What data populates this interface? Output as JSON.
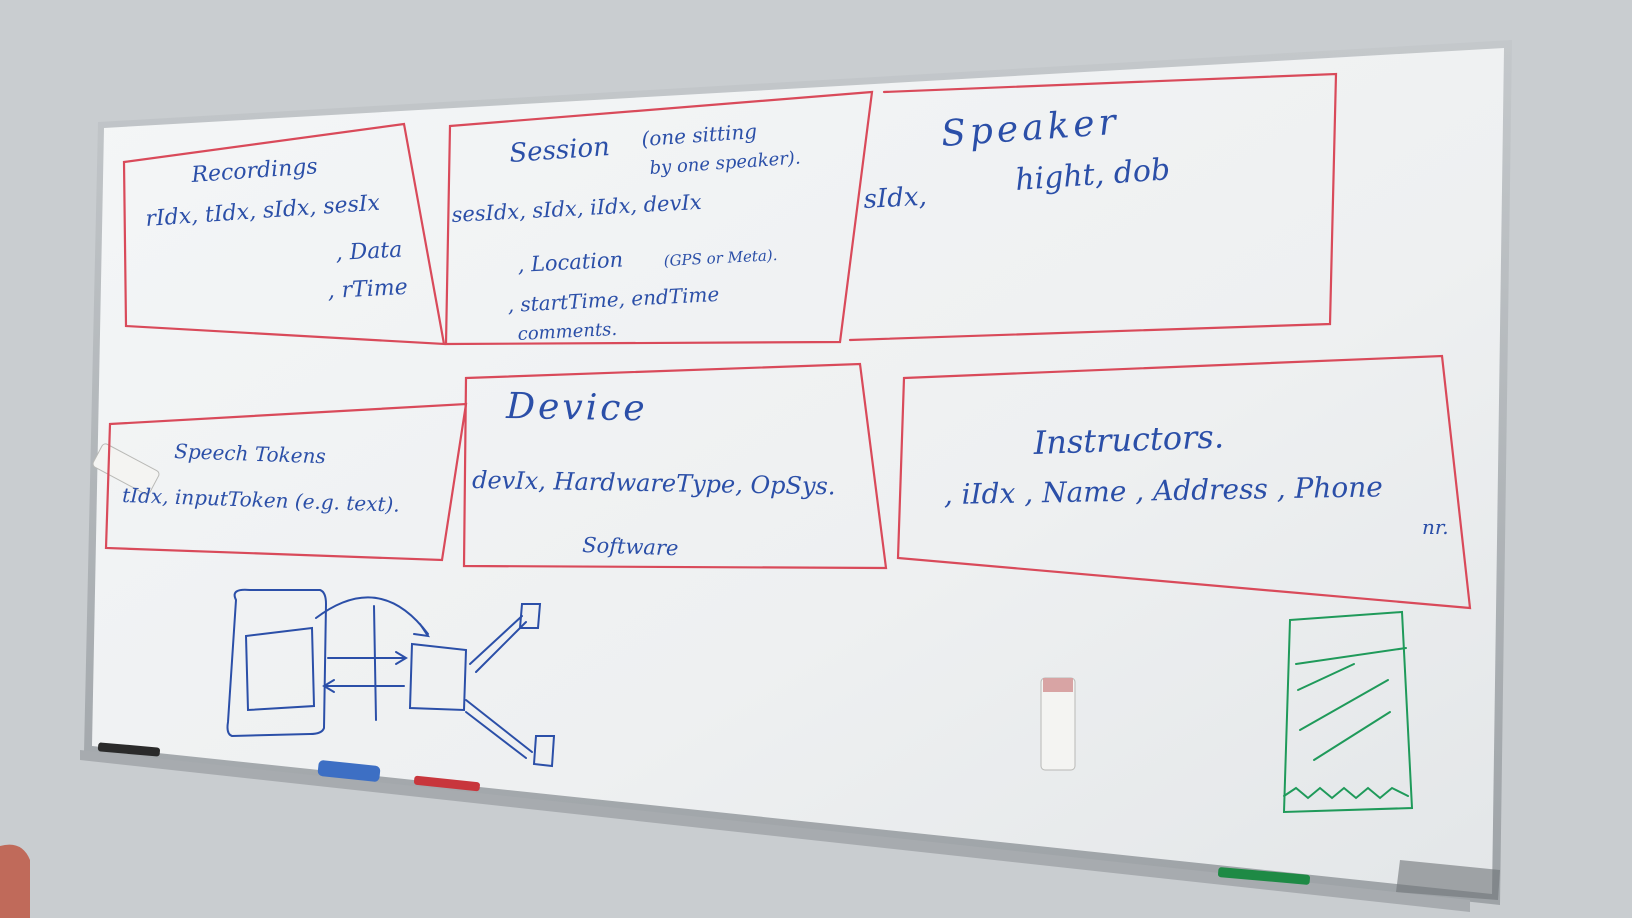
{
  "photo": {
    "subject": "whiteboard",
    "ink_colors": {
      "blue": "#2b4fa8",
      "red": "#d94a5a",
      "green": "#1f9a5a"
    }
  },
  "boxes": {
    "recordings": {
      "title": "Recordings",
      "line1": "rIdx, tIdx, sIdx, sesIx",
      "line2": ", Data",
      "line3": ", rTime"
    },
    "session": {
      "title": "Session",
      "subtitle_1": "(one sitting",
      "subtitle_2": "by one speaker).",
      "line1": "sesIdx, sIdx, iIdx, devIx",
      "line2": ", Location",
      "line2_note": "(GPS or Meta).",
      "line3": ", startTime,  endTime",
      "line4": "comments."
    },
    "speaker": {
      "title": "Speaker",
      "line1": "sIdx,",
      "line2": "hight,  dob"
    },
    "speech_tokens": {
      "title": "Speech Tokens",
      "line1": "tIdx,   inputToken (e.g. text)."
    },
    "device": {
      "title": "Device",
      "line1": "devIx,  HardwareType, OpSys.",
      "line2": "Software"
    },
    "instructors": {
      "title": "Instructors.",
      "line1": ", iIdx ,   Name  , Address , Phone",
      "line2": "nr."
    }
  }
}
